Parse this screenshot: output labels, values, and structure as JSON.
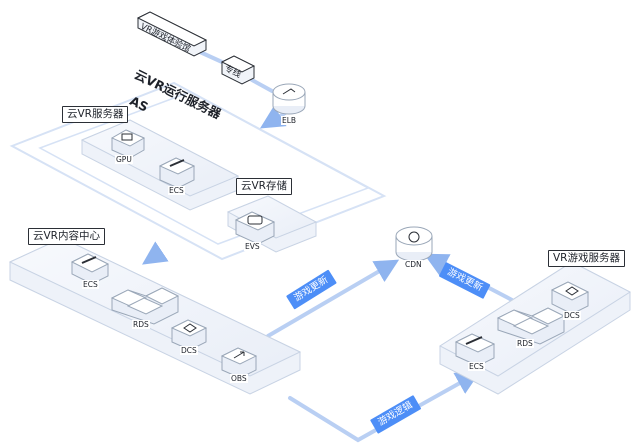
{
  "nodes": {
    "vr_hall": "VR游戏体验馆",
    "dedicated_line": "专线",
    "elb": "ELB",
    "cdn": "CDN"
  },
  "groups": {
    "cloud_vr_service": {
      "title": "云VR运行服务器",
      "sub": "AS"
    },
    "vr_server": {
      "title": "云VR服务器",
      "items": [
        "GPU",
        "ECS"
      ]
    },
    "vr_storage": {
      "title": "云VR存储",
      "items": [
        "EVS"
      ]
    },
    "content_center": {
      "title": "云VR内容中心",
      "items": [
        "ECS",
        "RDS",
        "DCS",
        "OBS"
      ]
    },
    "game_server": {
      "title": "VR游戏服务器",
      "items": [
        "DCS",
        "RDS",
        "ECS"
      ]
    }
  },
  "flows": {
    "game_update_left": "游戏更新",
    "game_update_right": "游戏更新",
    "game_logic": "游戏逻辑"
  },
  "colors": {
    "accent": "#4d8ef7",
    "line": "#b9cff3",
    "outline": "#9aa7b8",
    "dark_outline": "#2b2f36"
  }
}
